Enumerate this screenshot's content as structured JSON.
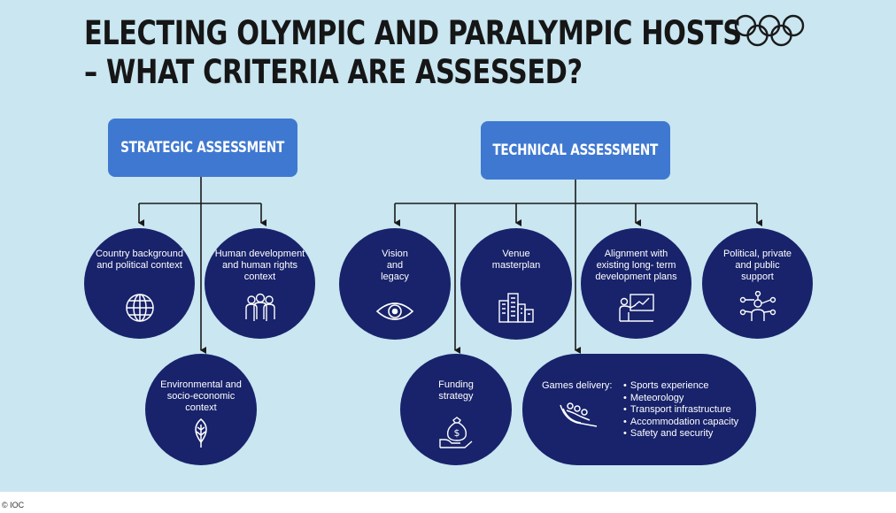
{
  "title": {
    "line1": "ELECTING OLYMPIC AND PARALYMPIC HOSTS",
    "line2": "– WHAT CRITERIA ARE ASSESSED?"
  },
  "logo": {
    "icon": "olympic-rings-icon",
    "ring_color": "#1a1a1a"
  },
  "colors": {
    "background": "#c9e6f1",
    "header_box": "#3f78d0",
    "node": "#18236b",
    "connector": "#1a1a1a"
  },
  "strategic": {
    "heading": "STRATEGIC ASSESSMENT",
    "criteria": [
      {
        "label": "Country background and political context",
        "icon": "globe-icon"
      },
      {
        "label": "Human development and human rights context",
        "icon": "people-group-icon"
      },
      {
        "label": "Environmental and socio-economic context",
        "icon": "leaf-icon"
      }
    ]
  },
  "technical": {
    "heading": "TECHNICAL ASSESSMENT",
    "criteria": [
      {
        "label": "Vision and legacy",
        "icon": "eye-icon"
      },
      {
        "label": "Venue masterplan",
        "icon": "city-buildings-icon"
      },
      {
        "label": "Alignment with existing long- term development plans",
        "icon": "presentation-board-icon"
      },
      {
        "label": "Political, private and public support",
        "icon": "network-people-icon"
      },
      {
        "label": "Funding strategy",
        "icon": "money-bag-hand-icon"
      }
    ],
    "games_delivery": {
      "label": "Games delivery:",
      "icon": "bobsleigh-icon",
      "items": [
        "Sports experience",
        "Meteorology",
        "Transport infrastructure",
        "Accommodation capacity",
        "Safety and security"
      ]
    }
  },
  "credit": "© IOC"
}
